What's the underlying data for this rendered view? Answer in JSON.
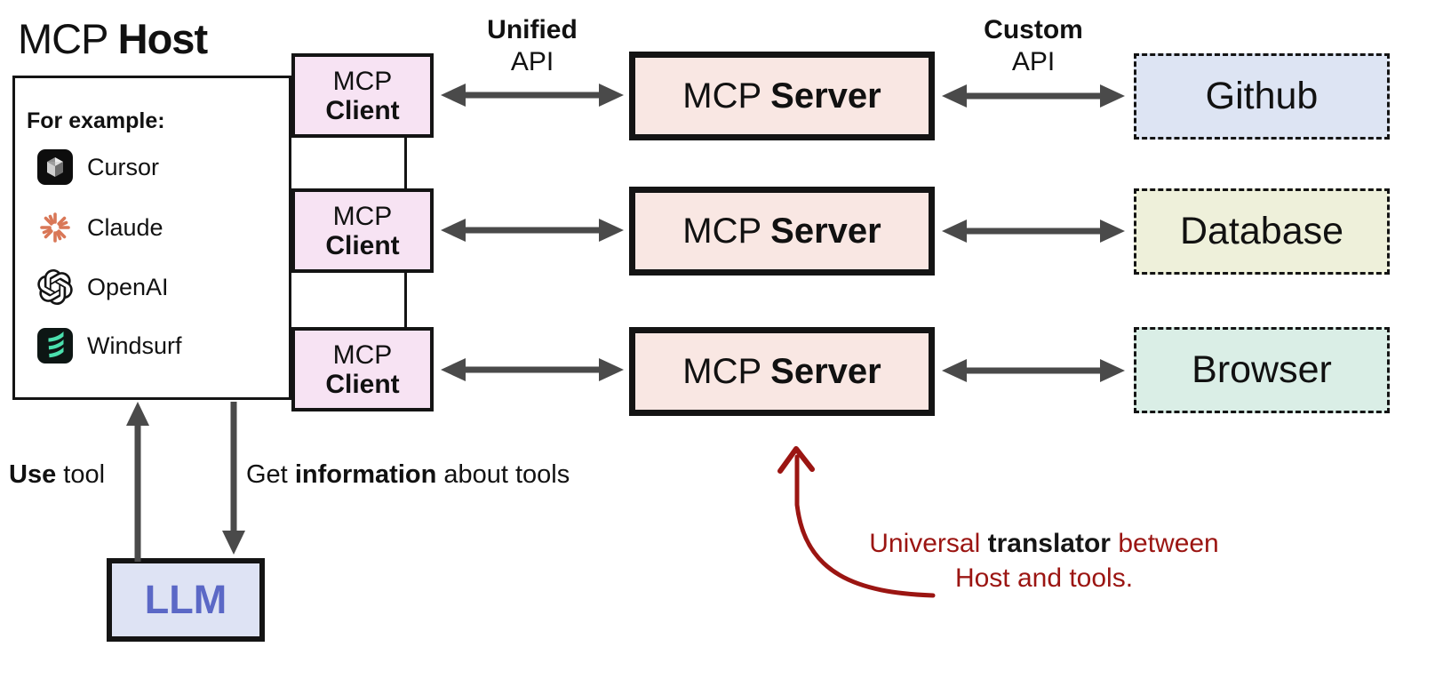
{
  "title": {
    "regular": "MCP",
    "bold": "Host"
  },
  "host": {
    "examples_heading": "For example:",
    "examples": [
      {
        "name": "Cursor",
        "icon": "cursor-app-icon"
      },
      {
        "name": "Claude",
        "icon": "claude-logo-icon"
      },
      {
        "name": "OpenAI",
        "icon": "openai-logo-icon"
      },
      {
        "name": "Windsurf",
        "icon": "windsurf-logo-icon"
      }
    ]
  },
  "clients": [
    {
      "line1": "MCP",
      "line2": "Client"
    },
    {
      "line1": "MCP",
      "line2": "Client"
    },
    {
      "line1": "MCP",
      "line2": "Client"
    }
  ],
  "servers": [
    {
      "word1": "MCP",
      "word2": "Server"
    },
    {
      "word1": "MCP",
      "word2": "Server"
    },
    {
      "word1": "MCP",
      "word2": "Server"
    }
  ],
  "api_labels": {
    "unified": {
      "line1": "Unified",
      "line2": "API"
    },
    "custom": {
      "line1": "Custom",
      "line2": "API"
    }
  },
  "tools": [
    {
      "label": "Github",
      "fill": "#dde4f3"
    },
    {
      "label": "Database",
      "fill": "#eef0da"
    },
    {
      "label": "Browser",
      "fill": "#daeee6"
    }
  ],
  "llm": {
    "label": "LLM",
    "fill": "#dee3f4",
    "text_color": "#5b68c6"
  },
  "flow_labels": {
    "use_tool": {
      "bold": "Use",
      "rest": " tool"
    },
    "get_info": {
      "pre": "Get ",
      "bold": "information",
      "post": " about tools"
    }
  },
  "annotation": {
    "pre": "Universal ",
    "bold": "translator",
    "post": " between",
    "line2": "Host and tools.",
    "color": "#9b1512"
  },
  "colors": {
    "client_fill": "#f7e3f3",
    "server_fill": "#f9e7e3",
    "arrow_gray": "#4a4a4a",
    "border_black": "#141414",
    "claude_coral": "#d97757",
    "windsurf_teal": "#4be0ae"
  }
}
